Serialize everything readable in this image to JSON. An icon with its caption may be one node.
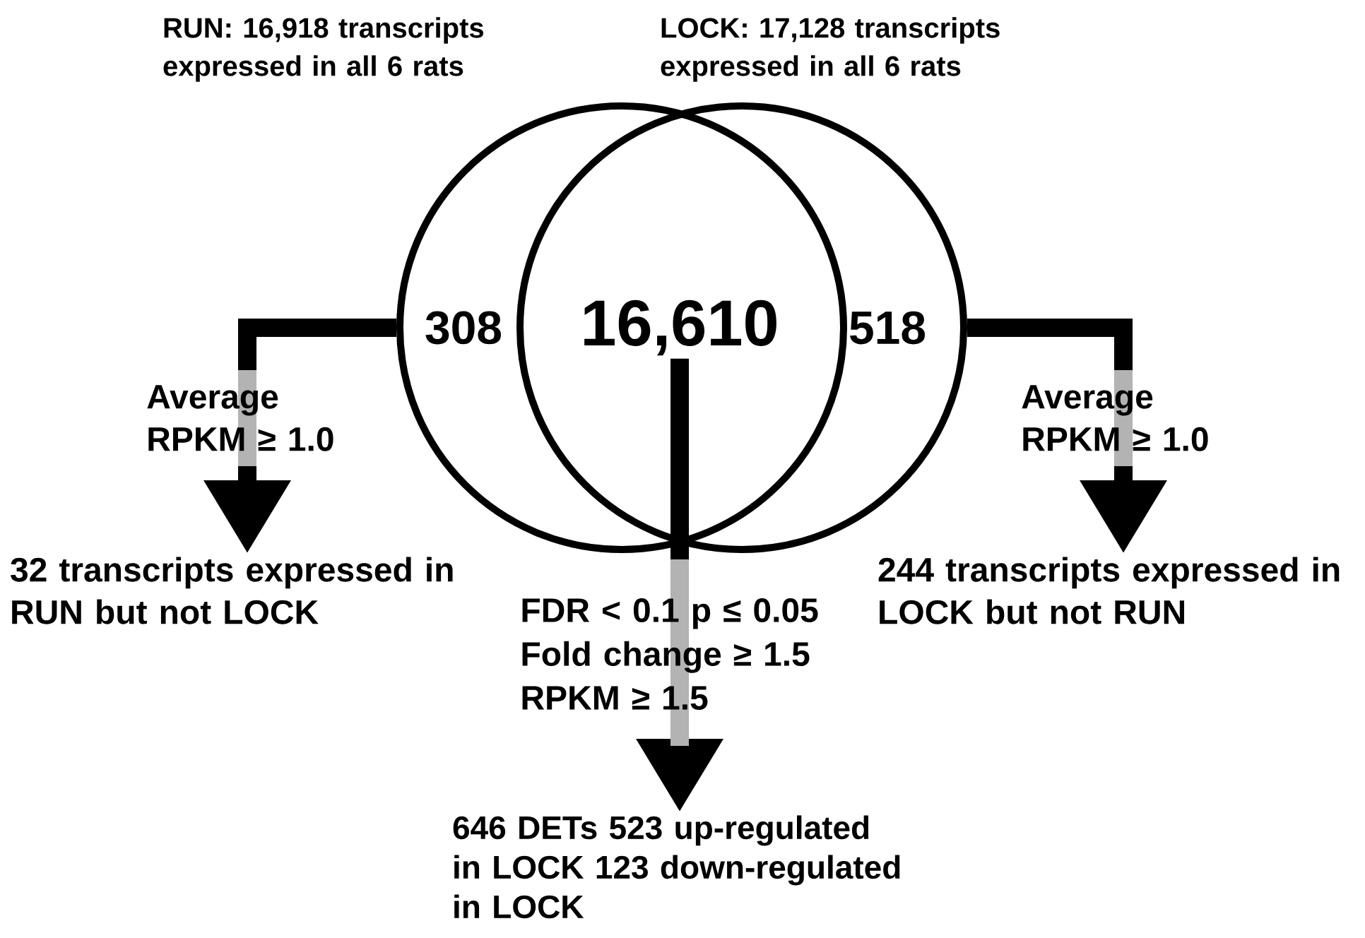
{
  "diagram": {
    "nodes": [
      {
        "text": [
          "RUN: 16,918 transcripts expressed in all 6 rats"
        ]
      },
      {
        "text": [
          "LOCK: 17,128 transcripts expressed in all 6 rats"
        ]
      },
      {
        "text": [
          "308"
        ],
        "in": 0
      },
      {
        "text": [
          "16,610"
        ]
      },
      {
        "text": [
          "518"
        ],
        "in": 1
      },
      {
        "text": [
          "32 transcripts expressed in RUN but not LOCK"
        ]
      },
      {
        "text": [
          "646 DETs 523 up-regulated in LOCK 123 down-regulated in LOCK"
        ]
      },
      {
        "text": [
          "244 transcripts expressed in LOCK but not RUN"
        ]
      }
    ],
    "edges": [
      {
        "from": 0,
        "to": 5,
        "arrow": "to",
        "label": "Average RPKM ≥ 1.0"
      },
      {
        "from": 3,
        "to": 6,
        "arrow": "to",
        "label": "FDR < 0.1 p ≤ 0.05 Fold change ≥ 1.5 RPKM ≥ 1.5"
      },
      {
        "from": 1,
        "to": 7,
        "arrow": "to",
        "label": "Average RPKM ≥ 1.0"
      }
    ]
  }
}
